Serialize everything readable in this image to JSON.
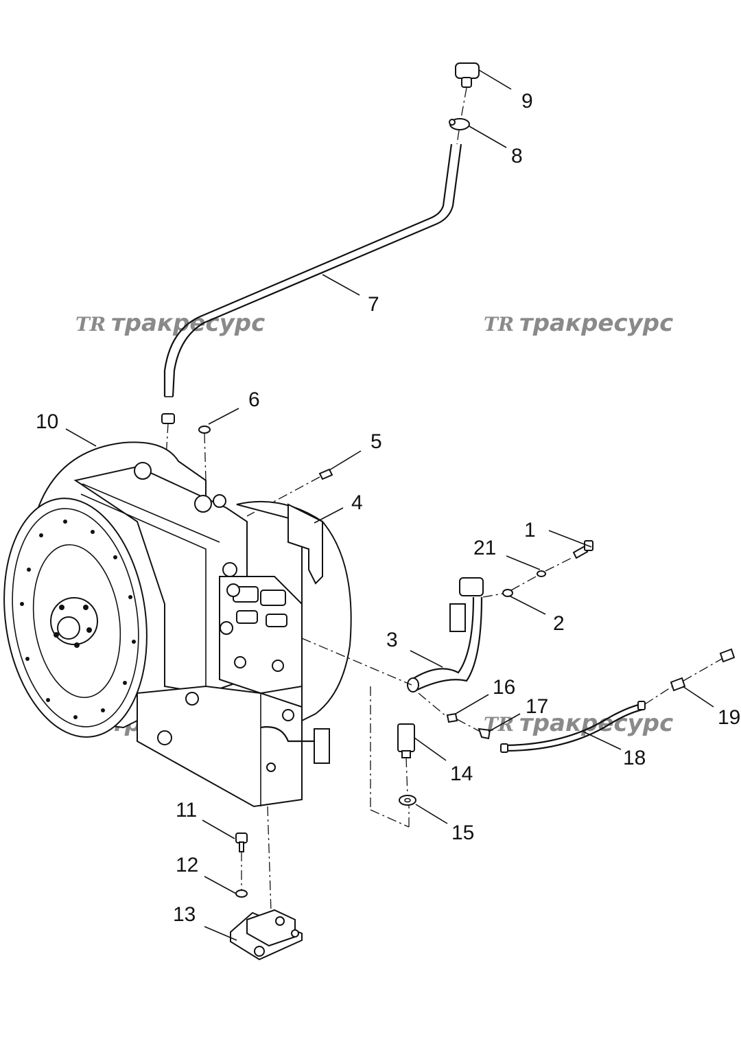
{
  "diagram": {
    "callouts": [
      "1",
      "2",
      "3",
      "4",
      "5",
      "6",
      "7",
      "8",
      "9",
      "10",
      "11",
      "12",
      "13",
      "14",
      "15",
      "16",
      "17",
      "18",
      "19",
      "21"
    ],
    "watermark": {
      "logo": "TR",
      "text": "тракресурс",
      "color": "#8a8a8a"
    },
    "line_color": "#111111",
    "background": "#ffffff"
  }
}
